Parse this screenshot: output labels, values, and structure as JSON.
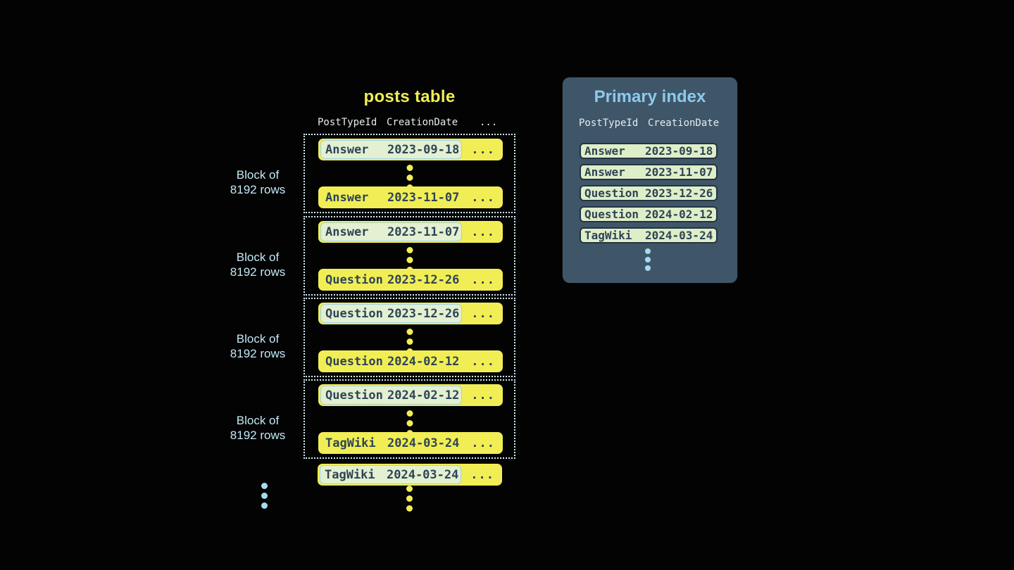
{
  "posts_table": {
    "title": "posts table",
    "columns": [
      "PostTypeId",
      "CreationDate",
      "..."
    ],
    "row_ellipsis": "...",
    "block_label": {
      "line1": "Block of",
      "line2": "8192 rows"
    },
    "blocks": [
      {
        "first": {
          "type": "Answer",
          "date": "2023-09-18"
        },
        "last": {
          "type": "Answer",
          "date": "2023-11-07"
        }
      },
      {
        "first": {
          "type": "Answer",
          "date": "2023-11-07"
        },
        "last": {
          "type": "Question",
          "date": "2023-12-26"
        }
      },
      {
        "first": {
          "type": "Question",
          "date": "2023-12-26"
        },
        "last": {
          "type": "Question",
          "date": "2024-02-12"
        }
      },
      {
        "first": {
          "type": "Question",
          "date": "2024-02-12"
        },
        "last": {
          "type": "TagWiki",
          "date": "2024-03-24"
        }
      }
    ],
    "overflow_row": {
      "type": "TagWiki",
      "date": "2024-03-24"
    }
  },
  "primary_index": {
    "title": "Primary index",
    "columns": [
      "PostTypeId",
      "CreationDate"
    ],
    "rows": [
      {
        "type": "Answer",
        "date": "2023-09-18"
      },
      {
        "type": "Answer",
        "date": "2023-11-07"
      },
      {
        "type": "Question",
        "date": "2023-12-26"
      },
      {
        "type": "Question",
        "date": "2024-02-12"
      },
      {
        "type": "TagWiki",
        "date": "2024-03-24"
      }
    ]
  },
  "colors": {
    "background": "#030303",
    "row_yellow": "#f1ee55",
    "highlight_cell_bg": "#e3f0d1",
    "highlight_cell_border": "#9fd2e6",
    "navy_text": "#2f4456",
    "block_dotted_border": "#d6ecf5",
    "label_blue": "#c3e9f7",
    "panel_bg": "#3f5669",
    "panel_title_blue": "#8ccaec",
    "index_row_bg": "#deeec8",
    "index_row_border": "#243341",
    "dots_blue": "#a6daf0",
    "header_text": "#e6ecef"
  }
}
